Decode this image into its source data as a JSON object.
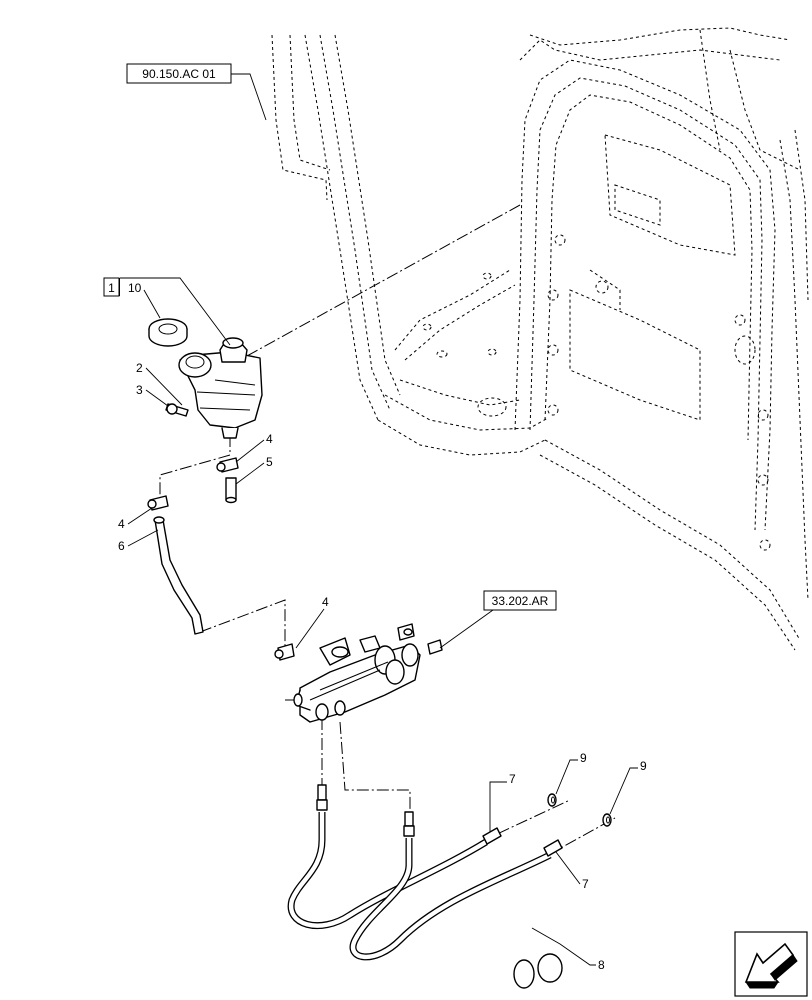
{
  "references": {
    "cab_ref": "90.150.AC 01",
    "valve_ref": "33.202.AR"
  },
  "assembly_box": "1",
  "callouts": {
    "c10": "10",
    "c2": "2",
    "c3": "3",
    "c4a": "4",
    "c5": "5",
    "c4b": "4",
    "c6": "6",
    "c4c": "4",
    "c7a": "7",
    "c7b": "7",
    "c9a": "9",
    "c9b": "9",
    "c8": "8"
  },
  "icons": {
    "orientation": "direction-arrow-icon"
  }
}
